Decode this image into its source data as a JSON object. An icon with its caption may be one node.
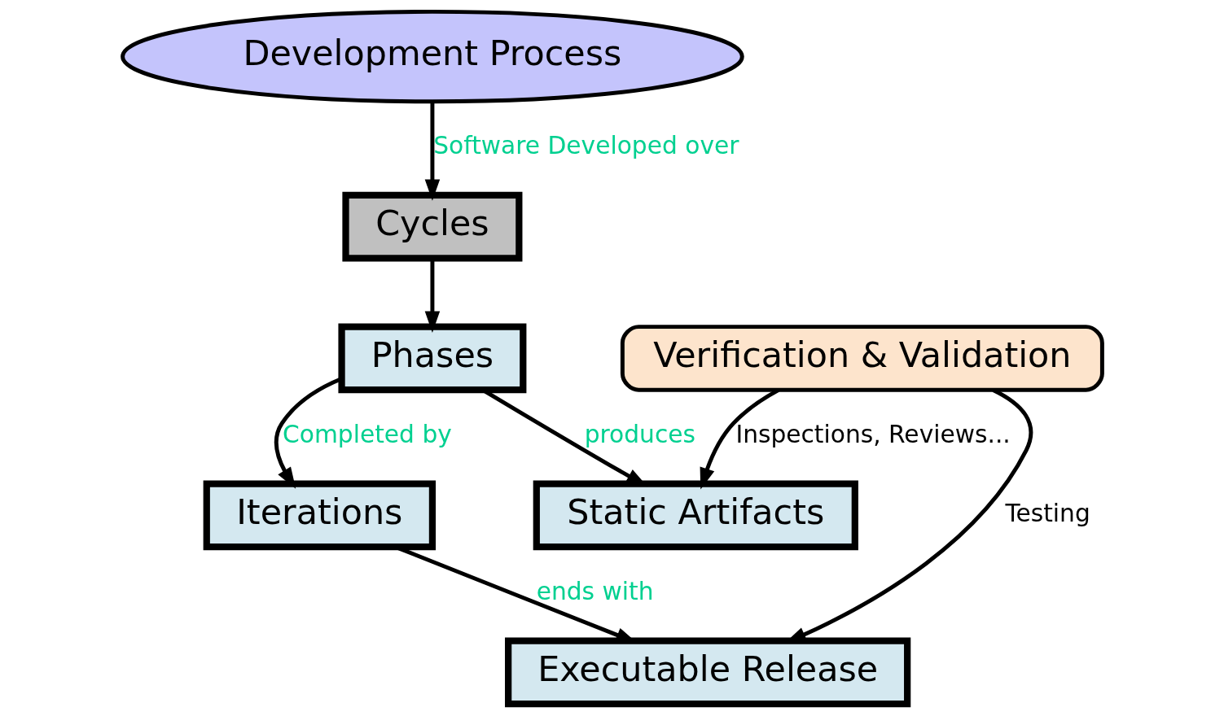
{
  "diagram": {
    "nodes": [
      {
        "text": [
          "Development Process"
        ]
      },
      {
        "text": [
          "Cycles"
        ]
      },
      {
        "text": [
          "Static Artifacts"
        ]
      },
      {
        "text": [
          "Phases"
        ]
      },
      {
        "text": [
          "Verification & Validation"
        ]
      },
      {
        "text": [
          "Iterations"
        ]
      },
      {
        "text": [
          "Executable Release"
        ]
      }
    ],
    "edges": [
      {
        "from": 0,
        "to": 1,
        "arrow": "to",
        "label": "Software Developed over"
      },
      {
        "from": 1,
        "to": 3,
        "arrow": "to"
      },
      {
        "from": 3,
        "to": 2,
        "arrow": "to",
        "label": "produces"
      },
      {
        "from": 3,
        "to": 5,
        "arrow": "to",
        "label": "Completed by"
      },
      {
        "from": 4,
        "to": 2,
        "arrow": "to",
        "label": "Inspections, Reviews..."
      },
      {
        "from": 4,
        "to": 6,
        "arrow": "to",
        "label": "Testing"
      },
      {
        "from": 5,
        "to": 6,
        "arrow": "to",
        "label": "ends with"
      }
    ]
  }
}
